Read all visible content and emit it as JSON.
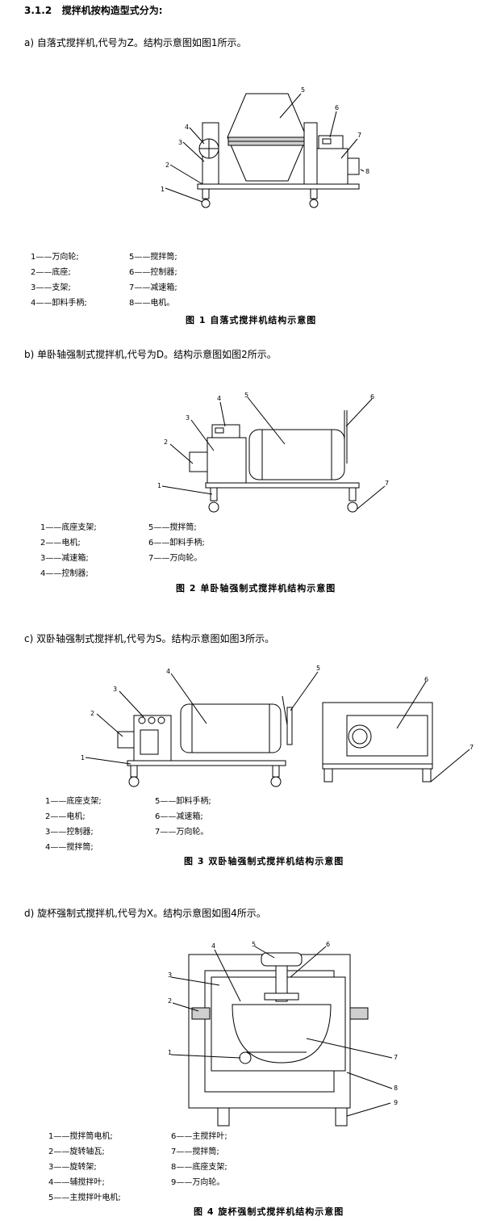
{
  "section": {
    "number": "3.1.2",
    "title": "搅拌机按构造型式分为:"
  },
  "items": [
    {
      "intro": "a) 自落式搅拌机,代号为Z。结构示意图如图1所示。",
      "legend_left": [
        "1——万向轮;",
        "2——底座;",
        "3——支架;",
        "4——卸料手柄;"
      ],
      "legend_right": [
        "5——搅拌筒;",
        "6——控制器;",
        "7——减速箱;",
        "8——电机。"
      ],
      "caption": "图 1   自落式搅拌机结构示意图",
      "callouts": [
        "1",
        "2",
        "3",
        "4",
        "5",
        "6",
        "7",
        "8"
      ]
    },
    {
      "intro": "b) 单卧轴强制式搅拌机,代号为D。结构示意图如图2所示。",
      "legend_left": [
        "1——底座支架;",
        "2——电机;",
        "3——减速箱;",
        "4——控制器;"
      ],
      "legend_right": [
        "5——搅拌筒;",
        "6——卸料手柄;",
        "7——万向轮。"
      ],
      "caption": "图 2   单卧轴强制式搅拌机结构示意图",
      "callouts": [
        "1",
        "2",
        "3",
        "4",
        "5",
        "6",
        "7"
      ]
    },
    {
      "intro": "c) 双卧轴强制式搅拌机,代号为S。结构示意图如图3所示。",
      "legend_left": [
        "1——底座支架;",
        "2——电机;",
        "3——控制器;",
        "4——搅拌筒;"
      ],
      "legend_right": [
        "5——卸料手柄;",
        "6——减速箱;",
        "7——万向轮。"
      ],
      "caption": "图 3   双卧轴强制式搅拌机结构示意图",
      "callouts": [
        "1",
        "2",
        "3",
        "4",
        "5",
        "6",
        "7"
      ]
    },
    {
      "intro": "d) 旋杯强制式搅拌机,代号为X。结构示意图如图4所示。",
      "legend_left": [
        "1——搅拌筒电机;",
        "2——旋转轴瓦;",
        "3——旋转架;",
        "4——辅搅拌叶;",
        "5——主搅拌叶电机;"
      ],
      "legend_right": [
        "6——主搅拌叶;",
        "7——搅拌筒;",
        "8——底座支架;",
        "9——万向轮。"
      ],
      "caption": "图 4   旋杯强制式搅拌机结构示意图",
      "callouts": [
        "1",
        "2",
        "3",
        "4",
        "5",
        "6",
        "7",
        "8",
        "9"
      ]
    }
  ]
}
